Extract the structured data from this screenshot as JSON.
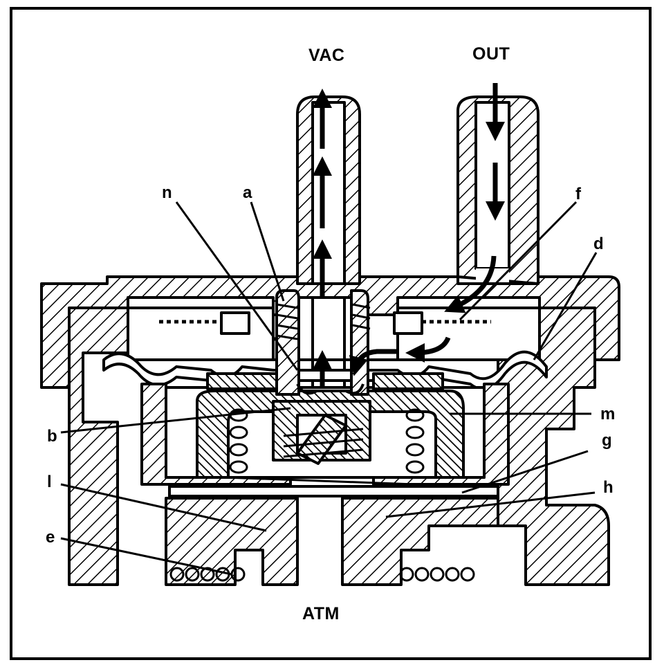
{
  "diagram": {
    "ports": {
      "vac": "VAC",
      "out": "OUT",
      "atm": "ATM"
    },
    "labels": {
      "n": "n",
      "a": "a",
      "f": "f",
      "d": "d",
      "b": "b",
      "m": "m",
      "g": "g",
      "l": "l",
      "h": "h",
      "e": "e"
    }
  }
}
